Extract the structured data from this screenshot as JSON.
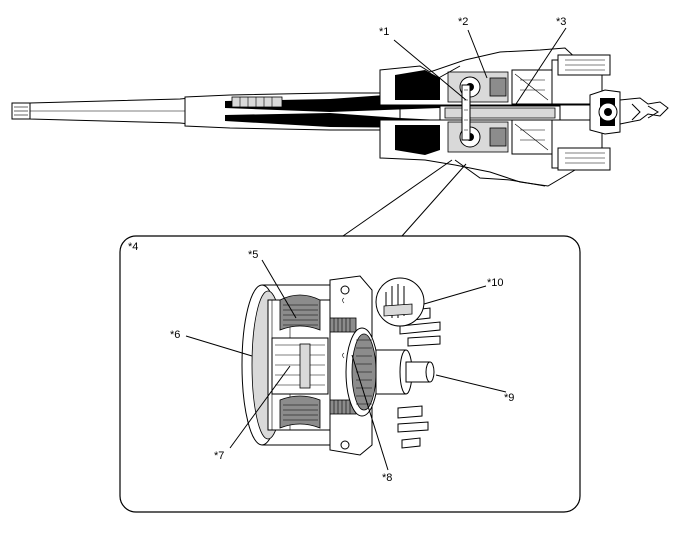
{
  "callouts": {
    "c1": "*1",
    "c2": "*2",
    "c3": "*3",
    "c4": "*4",
    "c5": "*5",
    "c6": "*6",
    "c7": "*7",
    "c8": "*8",
    "c9": "*9",
    "c10": "*10"
  }
}
